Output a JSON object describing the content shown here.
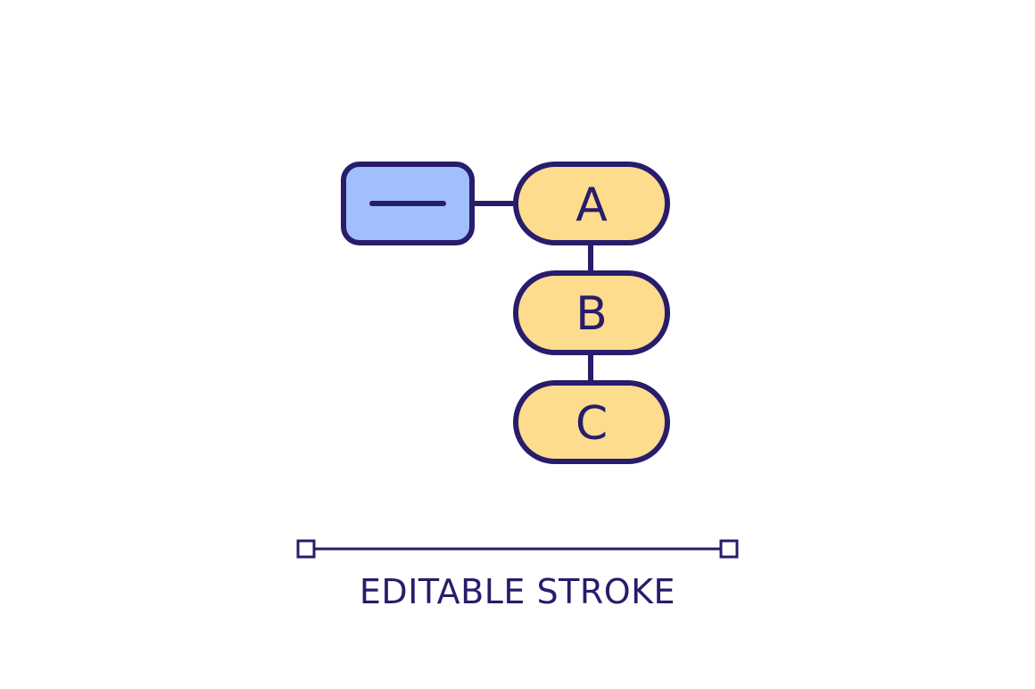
{
  "colors": {
    "stroke": "#281c6b",
    "node_fill": "#fddc8e",
    "root_fill": "#a1bffd",
    "background": "#ffffff"
  },
  "diagram": {
    "root_icon": "minus-icon",
    "nodes": [
      {
        "label": "A"
      },
      {
        "label": "B"
      },
      {
        "label": "C"
      }
    ]
  },
  "footer": {
    "caption": "EDITABLE STROKE"
  }
}
